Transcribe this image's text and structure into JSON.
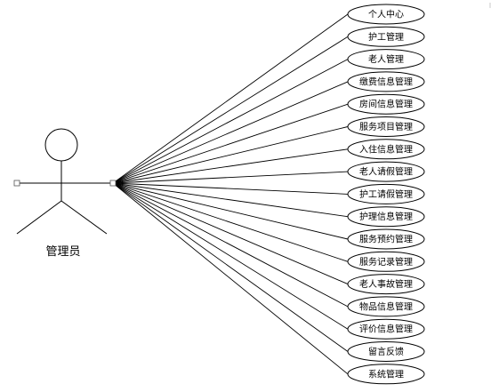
{
  "actor": {
    "label": "管理员"
  },
  "use_cases": [
    "个人中心",
    "护工管理",
    "老人管理",
    "缴费信息管理",
    "房间信息管理",
    "服务项目管理",
    "入住信息管理",
    "老人请假管理",
    "护工请假管理",
    "护理信息管理",
    "服务预约管理",
    "服务记录管理",
    "老人事故管理",
    "物品信息管理",
    "评价信息管理",
    "留言反馈",
    "系统管理"
  ],
  "colors": {
    "line": "#000000",
    "background": "#ffffff"
  }
}
